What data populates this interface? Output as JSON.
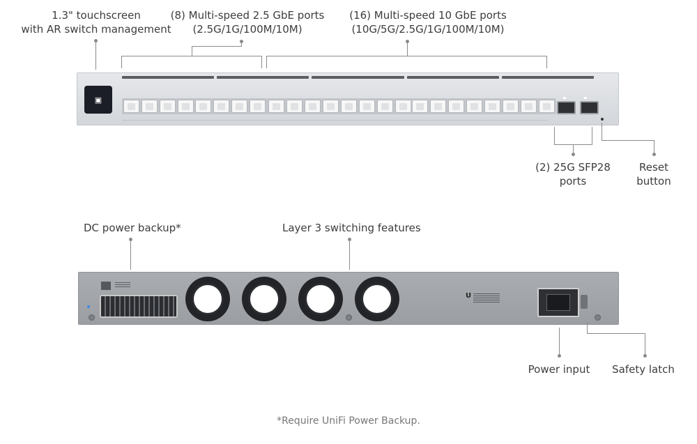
{
  "labels": {
    "touchscreen_line1": "1.3\" touchscreen",
    "touchscreen_line2": "with AR switch management",
    "ports25_line1": "(8) Multi-speed 2.5 GbE ports",
    "ports25_line2": "(2.5G/1G/100M/10M)",
    "ports10_line1": "(16) Multi-speed 10 GbE ports",
    "ports10_line2": "(10G/5G/2.5G/1G/100M/10M)",
    "sfp_line1": "(2) 25G SFP28",
    "sfp_line2": "ports",
    "reset_line1": "Reset",
    "reset_line2": "button",
    "dc_power": "DC power backup*",
    "layer3": "Layer 3 switching features",
    "power_input": "Power input",
    "safety_latch": "Safety latch"
  },
  "footnote": "*Require UniFi Power Backup.",
  "icons": {
    "screen": "touchscreen-icon",
    "logo": "ubiquiti-logo-icon"
  },
  "colors": {
    "panel_front": "#dcdfe2",
    "panel_back": "#a2a5a9",
    "callout": "#8a8a8a",
    "screen": "#1b1e26",
    "status_led": "#3b8be0"
  }
}
